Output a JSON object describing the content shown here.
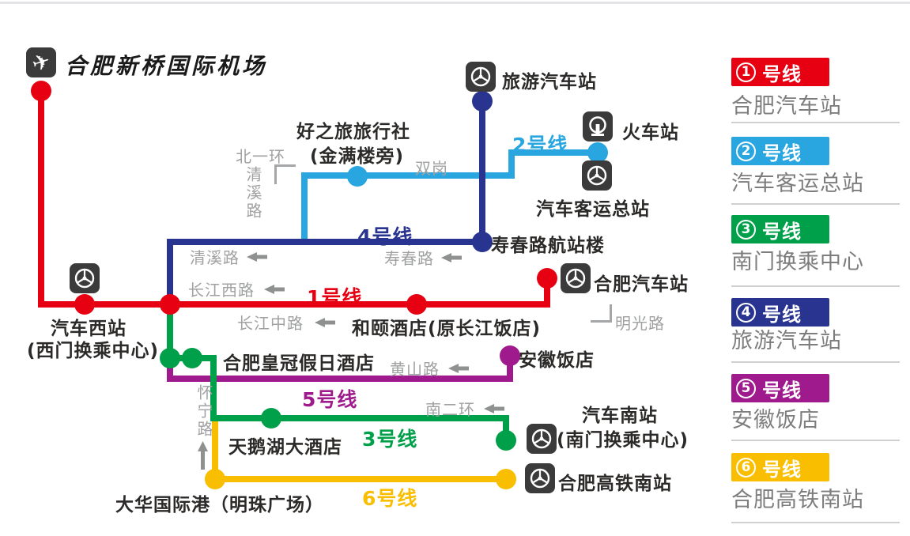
{
  "title": {
    "airport": "合肥新桥国际机场"
  },
  "colors": {
    "line1": "#e60012",
    "line2": "#29a6e0",
    "line3": "#00a04a",
    "line4": "#283490",
    "line5": "#9f1a8c",
    "line6": "#f9be00",
    "icon_bg": "#3b3b3b",
    "street_gray": "#a0a1a2"
  },
  "map": {
    "line_labels": {
      "l1": "1号线",
      "l2": "2号线",
      "l3": "3号线",
      "l4": "4号线",
      "l5": "5号线",
      "l6": "6号线"
    },
    "stations": {
      "tourism_bus": "旅游汽车站",
      "train_station": "火车站",
      "main_bus_terminal": "汽车客运总站",
      "travel_agency_line1": "好之旅旅行社",
      "travel_agency_line2": "(金满楼旁)",
      "shouchun_terminal": "寿春路航站楼",
      "hefei_bus_station": "合肥汽车站",
      "west_bus_line1": "汽车西站",
      "west_bus_line2": "(西门换乘中心)",
      "heyi_hotel": "和颐酒店(原长江饭店)",
      "crowne_plaza": "合肥皇冠假日酒店",
      "anhui_hotel": "安徽饭店",
      "swan_lake_hotel": "天鹅湖大酒店",
      "south_bus_line1": "汽车南站",
      "south_bus_line2": "(南门换乘中心)",
      "south_rail_station": "合肥高铁南站",
      "dahua_port": "大华国际港（明珠广场）"
    },
    "streets": {
      "beiyihuan": "北一环",
      "qingxilu_vertical": "清溪路",
      "shuanggang": "双岗",
      "qingxilu": "清溪路",
      "shouchunlu": "寿春路",
      "changjiang_west": "长江西路",
      "changjiang_middle": "长江中路",
      "mingguanglu": "明光路",
      "huangshanlu": "黄山路",
      "nanerhuan": "南二环",
      "huaininglu": "怀宁路"
    }
  },
  "legend": {
    "items": [
      {
        "num": "1",
        "suffix": "号线",
        "terminus": "合肥汽车站",
        "color": "#e60012"
      },
      {
        "num": "2",
        "suffix": "号线",
        "terminus": "汽车客运总站",
        "color": "#29a6e0"
      },
      {
        "num": "3",
        "suffix": "号线",
        "terminus": "南门换乘中心",
        "color": "#00a04a"
      },
      {
        "num": "4",
        "suffix": "号线",
        "terminus": "旅游汽车站",
        "color": "#283490"
      },
      {
        "num": "5",
        "suffix": "号线",
        "terminus": "安徽饭店",
        "color": "#9f1a8c"
      },
      {
        "num": "6",
        "suffix": "号线",
        "terminus": "合肥高铁南站",
        "color": "#f9be00"
      }
    ]
  }
}
